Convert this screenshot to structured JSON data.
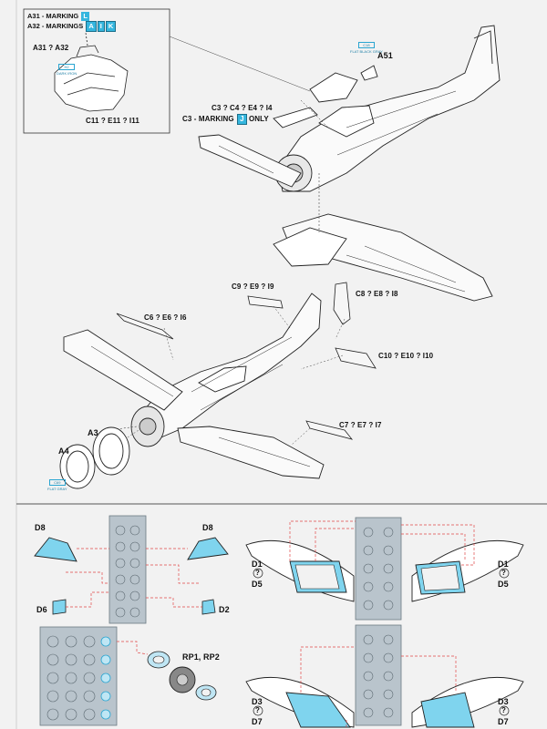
{
  "markings_callout": {
    "line1": {
      "prefix": "A31 - MARKING",
      "tags": [
        "L"
      ]
    },
    "line2": {
      "prefix": "A32 - MARKINGS",
      "tags": [
        "A",
        "I",
        "K"
      ]
    }
  },
  "inset_labels": {
    "top": "A31 ? A32",
    "bottom": "C11 ? E11 ? I11"
  },
  "part_labels": {
    "a51": "A51",
    "c3_group": "C3 ? C4 ? E4 ? I4",
    "c3_marking_prefix": "C3 - MARKING",
    "c3_marking_tag": "J",
    "c3_marking_suffix": "ONLY",
    "c9_group": "C9 ? E9 ? I9",
    "c6_group": "C6 ? E6 ? I6",
    "c8_group": "C8 ? E8 ? I8",
    "c10_group": "C10 ? E10 ? I10",
    "c7_group": "C7 ? E7 ? I7",
    "a3": "A3",
    "a4": "A4"
  },
  "paint_refs": {
    "inset": {
      "code": "H2",
      "text": "DARK IRON"
    },
    "a51": {
      "code": "C18",
      "text": "FLAT BLACK GRAY"
    },
    "a4": {
      "code": "C69",
      "text": "FLAT GRAY"
    }
  },
  "pe_labels": {
    "d8_left": "D8",
    "d8_right": "D8",
    "d6": "D6",
    "d2": "D2",
    "rp": "RP1, RP2",
    "d1_left": "D1",
    "d5_left": "D5",
    "d1_right": "D1",
    "d5_right": "D5",
    "d3_left": "D3",
    "d7_left": "D7",
    "d3_right": "D3",
    "d7_right": "D7",
    "q_mark": "?"
  },
  "colors": {
    "line": "#222222",
    "accent_blue": "#35b6de",
    "fret": "#b9c4cc",
    "red_dash": "#e04848",
    "background": "#f2f2f2"
  }
}
